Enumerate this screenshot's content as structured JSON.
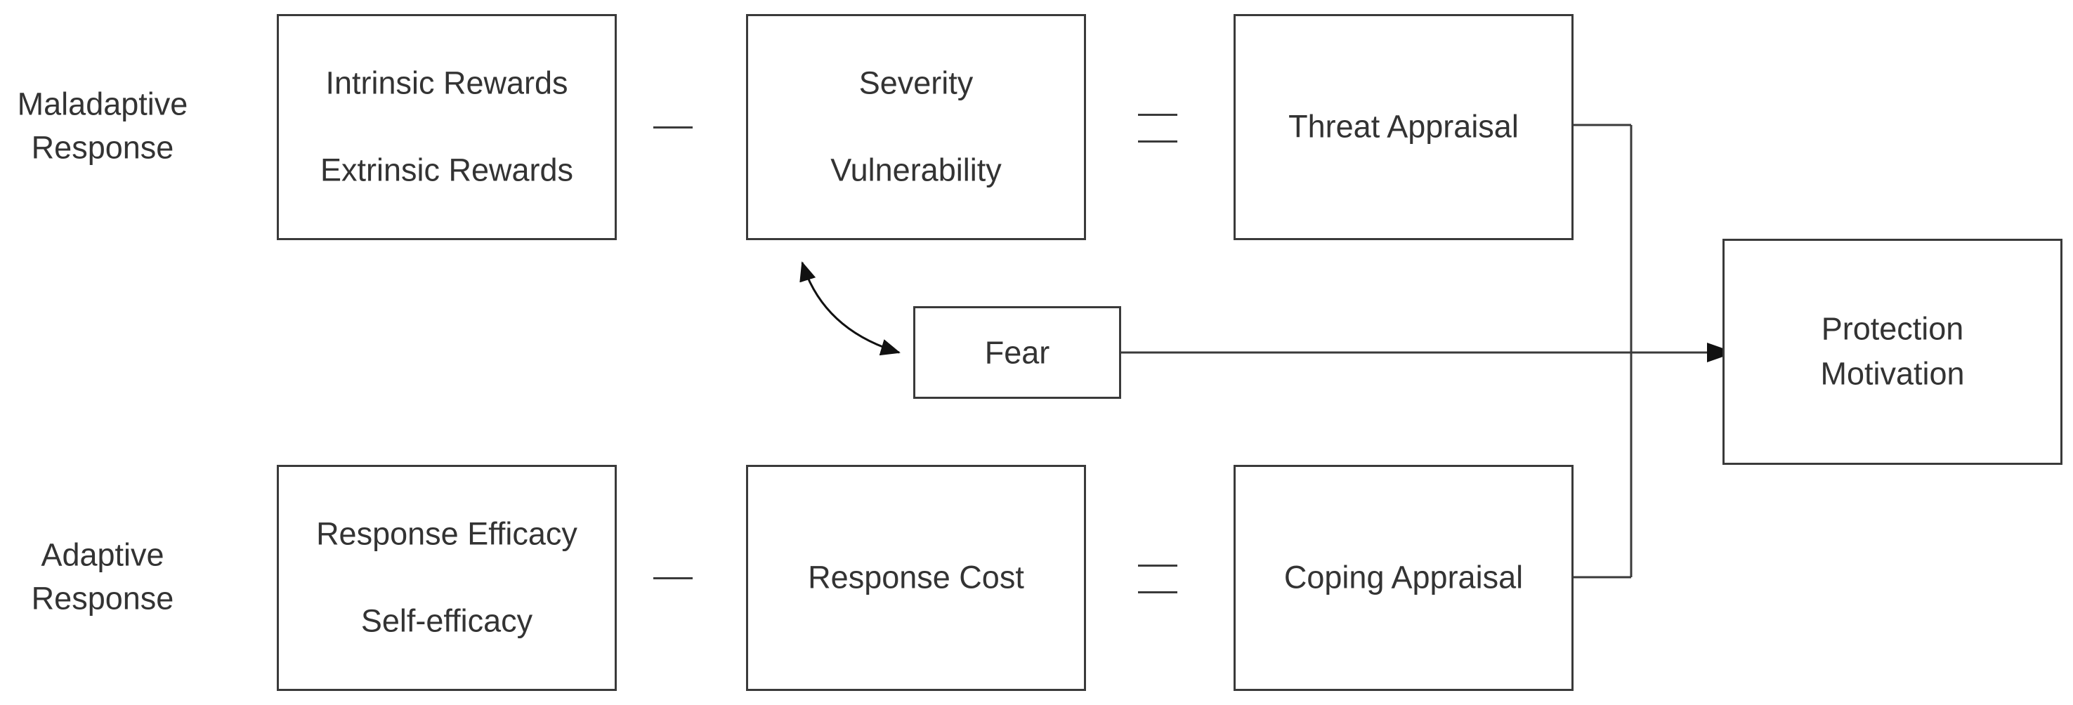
{
  "rows": {
    "maladaptive_label_line1": "Maladaptive",
    "maladaptive_label_line2": "Response",
    "adaptive_label_line1": "Adaptive",
    "adaptive_label_line2": "Response"
  },
  "boxes": {
    "rewards": {
      "line1": "Intrinsic Rewards",
      "line2": "Extrinsic Rewards"
    },
    "severity": {
      "line1": "Severity",
      "line2": "Vulnerability"
    },
    "threat": {
      "label": "Threat Appraisal"
    },
    "efficacy": {
      "line1": "Response Efficacy",
      "line2": "Self-efficacy"
    },
    "cost": {
      "label": "Response Cost"
    },
    "coping": {
      "label": "Coping Appraisal"
    },
    "fear": {
      "label": "Fear"
    },
    "protection": {
      "line1": "Protection",
      "line2": "Motivation"
    }
  },
  "operators": {
    "minus": "—",
    "equals": "="
  }
}
